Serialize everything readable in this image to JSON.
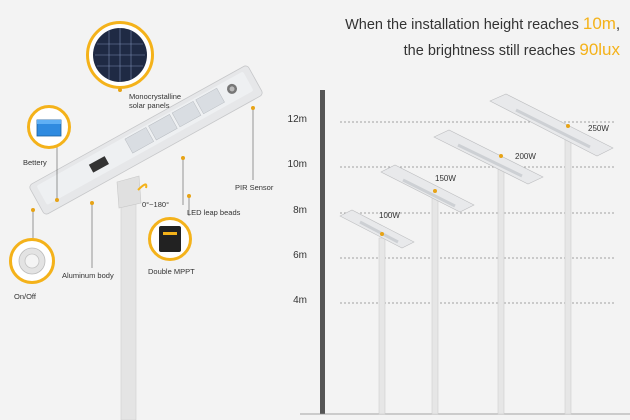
{
  "headline": {
    "line1_prefix": "When the installation height reaches ",
    "line1_value": "10m",
    "line1_suffix": ",",
    "line2_prefix": "the brightness still reaches ",
    "line2_value": "90lux"
  },
  "callouts": {
    "solar": "Monocrystalline\nsolar panels",
    "battery": "Bettery",
    "onoff": "On/Off",
    "aluminum": "Aluminum body",
    "pir": "PIR Sensor",
    "angle": "0°~180°",
    "led": "LED leap beads",
    "mppt": "Double MPPT"
  },
  "height_axis": {
    "labels": [
      "12m",
      "10m",
      "8m",
      "6m",
      "4m"
    ]
  },
  "lamps": [
    {
      "watt": "100W"
    },
    {
      "watt": "150W"
    },
    {
      "watt": "200W"
    },
    {
      "watt": "250W"
    }
  ],
  "colors": {
    "accent": "#f4b21a",
    "text": "#333333",
    "background": "#f3f3f3"
  }
}
